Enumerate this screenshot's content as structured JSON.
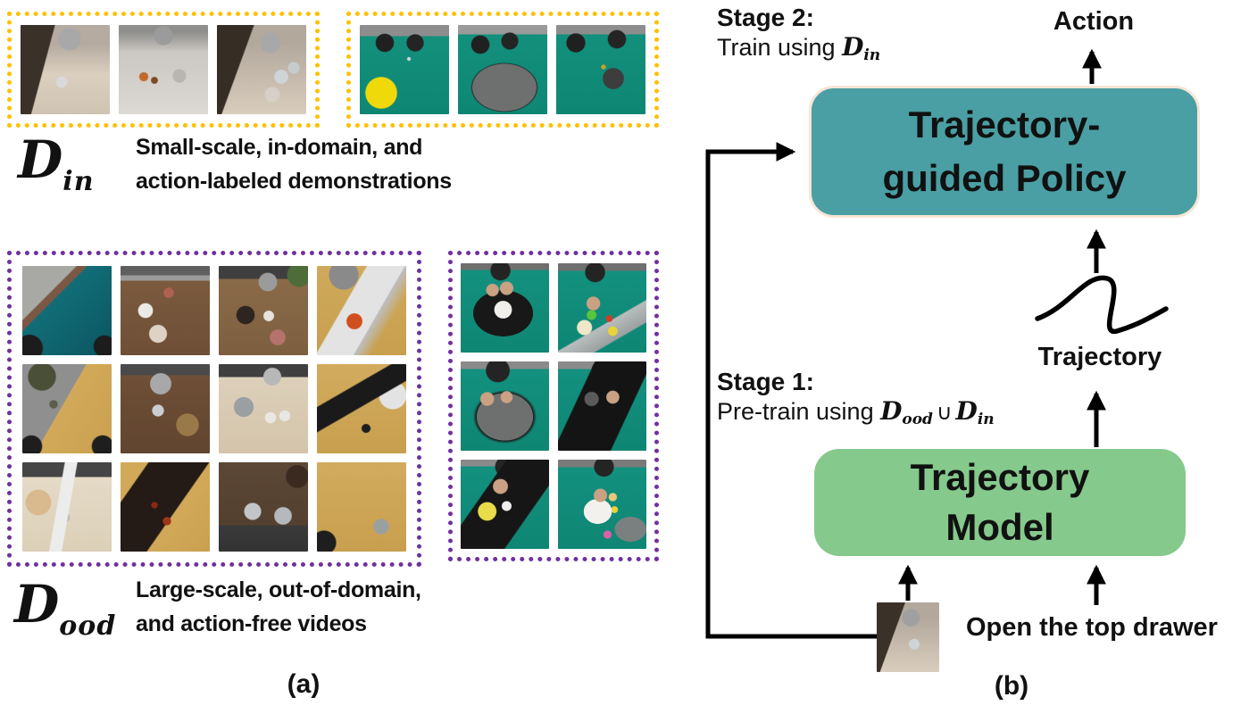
{
  "datasets": {
    "symbol": "D",
    "in_sub": "in",
    "ood_sub": "ood",
    "union": "∪"
  },
  "colors": {
    "in_domain_border": "#FFC000",
    "ood_border": "#7030A0",
    "policy_box": "#4A9FA4",
    "policy_box_border": "#F7E6D5",
    "model_box": "#85C98C",
    "arrow": "#000000"
  },
  "panel_a": {
    "caption": "(a)",
    "din_description_line1": "Small-scale, in-domain, and",
    "din_description_line2": "action-labeled demonstrations",
    "dood_description_line1": "Large-scale, out-of-domain,",
    "dood_description_line2": "and action-free videos",
    "in_domain_sim_tiles": [
      {
        "name": "sim-robot-drawer-scene",
        "desc": "robot arm over dark drawer unit on wood floor",
        "bg": "radial-gradient(circle at 55% 16%, #a8a8a8 0%, #a8a8a8 12%, transparent 13%), radial-gradient(circle at 46% 64%, #d8dadb 0%, #d8dadb 7%, transparent 8%), linear-gradient(105deg, #3a3129 0%, #3a3129 30%, transparent 31%), linear-gradient(180deg, #b5aba0 0%, #b5aba0 22%, #dbcfbf 55%, #cfc3b2 100%)"
      },
      {
        "name": "sim-robot-cans-scene",
        "desc": "robot arm above colorful cans and basket on grey wood floor",
        "bg": "radial-gradient(circle at 28% 58%, #c06a2e 0%, #c06a2e 5%, transparent 6%), radial-gradient(circle at 40% 62%, #7e4a22 0%, #7e4a22 4%, transparent 5%), radial-gradient(circle at 68% 57%, #b9b5af 0%, #b9b5af 8%, transparent 9%), radial-gradient(circle at 50% 12%, #9b9b9b 0%, #9b9b9b 10%, transparent 11%), linear-gradient(180deg, #8f8f8d 0%, #8f8f8d 8%, #cbc7c2 30%, #dcd8d3 100%)"
      },
      {
        "name": "sim-robot-plates-scene",
        "desc": "robot arm with drawer unit and plates on wood floor",
        "bg": "radial-gradient(circle at 72% 58%, #cfd4d6 0%, #cfd4d6 8%, transparent 9%), radial-gradient(circle at 86% 48%, #c6cbce 0%, #c6cbce 6%, transparent 7%), radial-gradient(circle at 62% 78%, #d8cfc8 0%, #d8cfc8 8%, transparent 9%), radial-gradient(circle at 60% 20%, #a8a8a8 0%, #a8a8a8 11%, transparent 12%), linear-gradient(110deg, #362d25 0%, #362d25 30%, transparent 31%), linear-gradient(180deg, #b2a89c 0%, #b2a89c 20%, #d9cdbd 100%)"
      }
    ],
    "in_domain_real_tiles": [
      {
        "name": "real-gripper-yellow-cloth-scene",
        "desc": "black grippers above green table with yellow cloth",
        "bg": "radial-gradient(circle at 24% 76%, #f0d90a 0%, #f0d90a 16%, transparent 17%), radial-gradient(circle at 28% 20%, #202020 0%, #202020 9%, transparent 10%), radial-gradient(circle at 62% 20%, #242424 0%, #242424 9%, transparent 10%), radial-gradient(circle at 55% 38%, #d8d8d8 0%, #d8d8d8 2%, transparent 3%), linear-gradient(180deg, #8d8d8d 0%, #8d8d8d 12%, #12907c 13%, #0f8674 100%)"
      },
      {
        "name": "real-gripper-grey-mat-scene",
        "desc": "grippers above green table with grey mat",
        "bg": "radial-gradient(ellipse 38% 28% at 52% 70%, #6e706f 0%, #6e706f 94%, #2c2c2c 95%, transparent 100%), radial-gradient(circle at 25% 22%, #202020 0%, #202020 9%, transparent 10%), radial-gradient(circle at 58% 18%, #242424 0%, #242424 9%, transparent 10%), linear-gradient(180deg, #9a9a9a 0%, #9a9a9a 10%, #12907c 11%, #0f8674 100%)"
      },
      {
        "name": "real-gripper-pan-scene",
        "desc": "grippers above green table with black pan",
        "bg": "radial-gradient(circle at 64% 60%, #3d3d3d 0%, #3d3d3d 13%, transparent 14%), radial-gradient(circle at 53% 47%, #c8a22a 0%, #c8a22a 3%, transparent 4%), radial-gradient(circle at 22% 20%, #202020 0%, #202020 9%, transparent 10%), radial-gradient(circle at 68% 16%, #242424 0%, #242424 9%, transparent 10%), linear-gradient(180deg, #8d8d8d 0%, #8d8d8d 10%, #12907c 11%, #0f8674 100%)"
      }
    ],
    "ood_sim_tiles": [
      {
        "name": "ood-sim-teal-floor",
        "desc": "top-down teal floor with grey fixture",
        "bg": "radial-gradient(circle at 8% 92%, #1c1c1c 0%, #1c1c1c 11%, transparent 12%), radial-gradient(circle at 92% 90%, #1c1c1c 0%, #1c1c1c 9%, transparent 10%), linear-gradient(135deg, #a8a8a4 0%, #a8a8a4 30%, #7a5844 31%, #7a5844 36%, #116d77 37%, #0b5560 100%)"
      },
      {
        "name": "ood-sim-mug-plate",
        "desc": "white mug and plate on brown table under gripper",
        "bg": "radial-gradient(circle at 28% 50%, #eceae5 0%, #eceae5 9%, transparent 10%), radial-gradient(circle at 42% 76%, #ded2c4 0%, #ded2c4 10%, transparent 11%), radial-gradient(circle at 54% 30%, #b06050 0%, #b06050 6%, transparent 7%), linear-gradient(180deg, #5f5f5f 0%, #5f5f5f 10%, #9a9a9a 11%, #9a9a9a 16%, #7b5a3e 17%, #6e4f36 100%)"
      },
      {
        "name": "ood-sim-mug-plant",
        "desc": "robot arm with box, pink mug and plant",
        "bg": "radial-gradient(circle at 66% 80%, #b5736b 0%, #b5736b 8%, transparent 9%), radial-gradient(circle at 56% 56%, #e7e3dc 0%, #e7e3dc 7%, transparent 8%), radial-gradient(circle at 90% 10%, #4e6b3a 0%, #4e6b3a 10%, transparent 11%), radial-gradient(circle at 30% 55%, #2e2420 0%, #2e2420 11%, transparent 12%), radial-gradient(circle at 55% 18%, #9b9b9b 0%, #9b9b9b 10%, transparent 11%), linear-gradient(180deg, #3f3f3f 0%, #3f3f3f 14%, #8a6a48 15%, #7d5f40 100%)"
      },
      {
        "name": "ood-sim-arm-orange-box",
        "desc": "white arm over sand floor with orange box",
        "bg": "radial-gradient(circle at 42% 62%, #d14f1e 0%, #d14f1e 10%, transparent 11%), linear-gradient(120deg, transparent 35%, #e3e3e3 36%, #e3e3e3 62%, #bdbdbd 63%, transparent 75%), radial-gradient(circle at 30% 10%, #8a8a8a 0%, #8a8a8a 14%, transparent 15%), linear-gradient(180deg, #cfa95c 0%, #c89f4e 100%)"
      },
      {
        "name": "ood-sim-camo-box",
        "desc": "camo box on grey surface beside sand floor",
        "bg": "radial-gradient(circle at 22% 14%, #4a4f38 0%, #4a4f38 13%, transparent 14%), radial-gradient(circle at 35% 45%, #5a5f48 0%, #5a5f48 5%, transparent 6%), radial-gradient(circle at 10% 92%, #1e1e1e 0%, #1e1e1e 9%, transparent 10%), radial-gradient(circle at 90% 92%, #1e1e1e 0%, #1e1e1e 9%, transparent 10%), linear-gradient(120deg, #8f8f8f 0%, #8f8f8f 45%, #d2a958 46%, #c9a04f 100%)"
      },
      {
        "name": "ood-sim-gripper-plate-box",
        "desc": "gripper with plate and wooden box on brown table",
        "bg": "radial-gradient(circle at 42% 52%, #c9ced1 0%, #c9ced1 8%, transparent 9%), radial-gradient(circle at 75% 68%, #9a7948 0%, #9a7948 12%, transparent 13%), radial-gradient(circle at 45% 22%, #a8a8a8 0%, #a8a8a8 12%, transparent 13%), linear-gradient(180deg, #4a4a4a 0%, #4a4a4a 12%, #6e4f36 13%, #61452f 100%)"
      },
      {
        "name": "ood-sim-espresso-kettles",
        "desc": "espresso machine and kettles on light table",
        "bg": "radial-gradient(circle at 28% 48%, #9aa0a2 0%, #9aa0a2 12%, transparent 13%), radial-gradient(circle at 58% 60%, #e9e7e2 0%, #e9e7e2 7%, transparent 8%), radial-gradient(circle at 74% 58%, #e9e7e2 0%, #e9e7e2 6%, transparent 7%), radial-gradient(circle at 60% 14%, #b8b8b8 0%, #b8b8b8 9%, transparent 10%), linear-gradient(180deg, #3f3f3f 0%, #3f3f3f 14%, #ddd0ba 15%, #d3c4aa 100%)"
      },
      {
        "name": "ood-sim-laptop-remote",
        "desc": "arm near black laptop and green remote on sand",
        "bg": "linear-gradient(150deg, transparent 30%, #1a1a1a 31%, #1a1a1a 48%, transparent 49%), radial-gradient(circle at 85% 35%, #e3e3e3 0%, #e3e3e3 14%, transparent 15%), radial-gradient(circle at 55% 72%, #1f1f1f 0%, #1f1f1f 5%, transparent 6%), radial-gradient(circle at 58% 72%, #2fae3e 0%, #2fae3e 2%, transparent 3%), linear-gradient(180deg, #d2ab5e 0%, #c89f4e 100%)"
      },
      {
        "name": "ood-sim-kitchen-arm",
        "desc": "white arm in kitchen with wooden chairs",
        "bg": "radial-gradient(circle at 18% 45%, #d9b98e 0%, #d9b98e 14%, transparent 15%), linear-gradient(100deg, transparent 40%, #ececec 41%, #ececec 52%, transparent 53%), radial-gradient(circle at 48% 62%, #b9b9b9 0%, #b9b9b9 6%, transparent 7%), linear-gradient(180deg, #454545 0%, #454545 16%, #e4dac6 17%, #dcd0b8 100%)"
      },
      {
        "name": "ood-sim-dark-rug",
        "desc": "dark patterned rug diagonal across sand floor",
        "bg": "radial-gradient(circle at 38% 48%, #8a2814 0%, #8a2814 4%, transparent 5%), radial-gradient(circle at 52% 66%, #a03518 0%, #a03518 5%, transparent 6%), linear-gradient(125deg, #d2a958 0%, #d2a958 18%, #241a16 19%, #241a16 58%, #d2a958 59%, #c9a04f 100%)"
      },
      {
        "name": "ood-sim-two-pots",
        "desc": "top-down steel pots on dark wood floor",
        "bg": "radial-gradient(circle at 38% 55%, #c2c6c9 0%, #c2c6c9 11%, transparent 12%), radial-gradient(circle at 72% 60%, #b5b9bc 0%, #b5b9bc 10%, transparent 11%), radial-gradient(circle at 88% 16%, #3a2a20 0%, #3a2a20 10%, transparent 11%), linear-gradient(180deg, #5c4736 0%, #54402f 70%, #3a3a3a 71%, #333333 100%)"
      },
      {
        "name": "ood-sim-sand-robot-part",
        "desc": "small grey robot part on sand floor",
        "bg": "radial-gradient(circle at 72% 72%, #9aa0a0 0%, #9aa0a0 8%, transparent 9%), radial-gradient(circle at 8% 90%, #1e1e1e 0%, #1e1e1e 10%, transparent 11%), linear-gradient(180deg, #d2ab5e 0%, #c89f4e 100%)"
      }
    ],
    "ood_real_tiles": [
      {
        "name": "ood-real-folding-cloth",
        "desc": "hands folding white cloth on black mat",
        "bg": "radial-gradient(circle at 52% 28%, #caa183 0%, #caa183 8%, transparent 9%), radial-gradient(circle at 36% 30%, #caa183 0%, #caa183 7%, transparent 8%), radial-gradient(circle at 48% 52%, #f0efec 0%, #f0efec 13%, transparent 14%), radial-gradient(ellipse 34% 26% at 48% 56%, #181818 0%, #181818 99%, transparent 100%), radial-gradient(circle at 45% 8%, #242424 0%, #242424 10%, transparent 11%), linear-gradient(180deg, #6f6f6f 0%, #6f6f6f 7%, #13907e 8%, #0f8674 100%)"
      },
      {
        "name": "ood-real-colored-balls",
        "desc": "hand reaching toward balls, can and grey box",
        "bg": "radial-gradient(circle at 40% 45%, #caa183 0%, #caa183 9%, transparent 10%), radial-gradient(circle at 38% 58%, #59c43e 0%, #59c43e 6%, transparent 7%), radial-gradient(circle at 30% 72%, #efe8c8 0%, #efe8c8 8%, transparent 9%), radial-gradient(circle at 58% 62%, #d43a2a 0%, #d43a2a 4%, transparent 5%), radial-gradient(circle at 62% 76%, #e8d435 0%, #e8d435 5%, transparent 6%), linear-gradient(150deg, transparent 62%, #b8bdbd 63%, #9ba0a0 78%, transparent 79%), radial-gradient(circle at 42% 10%, #242424 0%, #242424 10%, transparent 11%), linear-gradient(180deg, #6f6f6f 0%, #6f6f6f 8%, #13907e 9%, #0f8674 100%)"
      },
      {
        "name": "ood-real-grey-mat-tool",
        "desc": "hands with tool over grey mat with black border",
        "bg": "radial-gradient(circle at 30% 42%, #caa183 0%, #caa183 8%, transparent 9%), radial-gradient(circle at 52% 40%, #caa183 0%, #caa183 8%, transparent 9%), radial-gradient(ellipse 36% 30% at 50% 62%, #6e706f 0%, #6e706f 88%, #1a1a1a 89%, transparent 100%), radial-gradient(circle at 42% 10%, #242424 0%, #242424 12%, transparent 13%), linear-gradient(180deg, #8a8a8a 0%, #8a8a8a 8%, #13907e 9%, #0f8674 100%)"
      },
      {
        "name": "ood-real-marked-mat-pan",
        "desc": "hand over black marked mat with grey pan",
        "bg": "radial-gradient(circle at 62% 40%, #caa183 0%, #caa183 8%, transparent 9%), radial-gradient(circle at 38% 42%, #5a5a5a 0%, #5a5a5a 9%, transparent 10%), linear-gradient(115deg, transparent 28%, #141414 29%, #141414 72%, transparent 73%), radial-gradient(circle at 50% 10%, #242424 0%, #242424 11%, transparent 12%), linear-gradient(180deg, #8a8a8a 0%, #8a8a8a 8%, #13907e 9%, #0f8674 100%)"
      },
      {
        "name": "ood-real-knife-sponge",
        "desc": "hands cutting yellow sponge with knife on black mat",
        "bg": "radial-gradient(circle at 45% 30%, #caa183 0%, #caa183 9%, transparent 10%), radial-gradient(circle at 30% 58%, #e8dc4a 0%, #e8dc4a 11%, transparent 12%), radial-gradient(circle at 52% 52%, #f0efec 0%, #f0efec 7%, transparent 8%), linear-gradient(125deg, transparent 30%, #161616 31%, #161616 70%, transparent 71%), radial-gradient(circle at 50% 8%, #242424 0%, #242424 10%, transparent 11%), linear-gradient(180deg, #8a8a8a 0%, #8a8a8a 7%, #13907e 8%, #0f8674 100%)"
      },
      {
        "name": "ood-real-tissue-box",
        "desc": "hand on white box with balls and grey pouch",
        "bg": "radial-gradient(circle at 48% 40%, #caa183 0%, #caa183 9%, transparent 10%), radial-gradient(ellipse 16% 14% at 45% 58%, #f2f1ee 0%, #f2f1ee 99%, transparent 100%), radial-gradient(circle at 62% 42%, #e8c87a 0%, #e8c87a 5%, transparent 6%), radial-gradient(circle at 64% 56%, #e8d435 0%, #e8d435 4%, transparent 5%), radial-gradient(circle at 56% 84%, #e060a8 0%, #e060a8 4%, transparent 5%), radial-gradient(ellipse 18% 14% at 82% 78%, #7a7f80 0%, #7a7f80 99%, transparent 100%), radial-gradient(circle at 52% 8%, #242424 0%, #242424 10%, transparent 11%), linear-gradient(180deg, #7a7a7a 0%, #7a7a7a 8%, #13907e 9%, #0f8674 100%)"
      }
    ]
  },
  "panel_b": {
    "caption": "(b)",
    "stage2_title": "Stage 2:",
    "stage2_subtitle_prefix": "Train using ",
    "action_label": "Action",
    "policy_box_line1": "Trajectory-",
    "policy_box_line2": "guided Policy",
    "trajectory_label": "Trajectory",
    "stage1_title": "Stage 1:",
    "stage1_subtitle_prefix": "Pre-train using ",
    "model_box_line1": "Trajectory",
    "model_box_line2": "Model",
    "instruction_label": "Open the top drawer",
    "observation_tile": [
      {
        "name": "observation-image",
        "desc": "robot arm and drawer scene input image",
        "bg": "radial-gradient(circle at 55% 22%, #a0a0a0 0%, #a0a0a0 13%, transparent 14%), radial-gradient(circle at 60% 60%, #cfd4d6 0%, #cfd4d6 9%, transparent 10%), linear-gradient(110deg, #3a3129 0%, #3a3129 32%, transparent 33%), linear-gradient(180deg, #b2a89c 0%, #b2a89c 22%, #d9cdbd 100%)"
      }
    ]
  }
}
